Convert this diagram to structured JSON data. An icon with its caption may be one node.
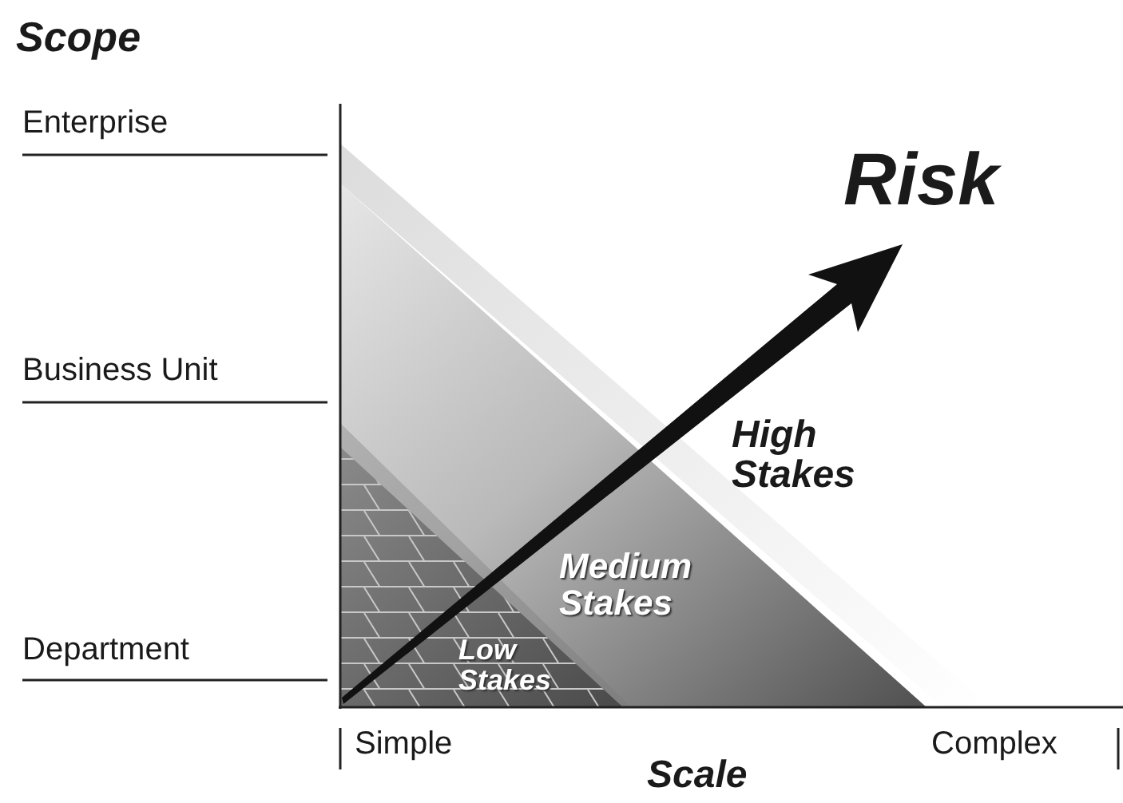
{
  "diagram": {
    "labels": [
      "Scope",
      "Enterprise",
      "Risk",
      "Business Unit",
      "High Stakes",
      "Medium Stakes",
      "Department",
      "Low Stakes",
      "Simple",
      "Complex",
      "Scale"
    ]
  }
}
